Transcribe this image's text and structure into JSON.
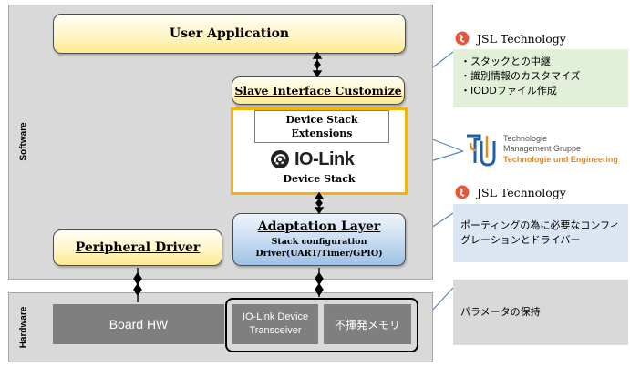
{
  "layers": {
    "software_label": "Software",
    "hardware_label": "Hardware"
  },
  "software": {
    "user_application": "User Application",
    "slave_interface": "Slave Interface Customize",
    "device_stack_extensions": "Device Stack Extensions",
    "iolink_logo": "IO-Link",
    "device_stack": "Device Stack",
    "adaptation_title": "Adaptation Layer",
    "adaptation_sub1": "Stack configuration",
    "adaptation_sub2": "Driver(UART/Timer/GPIO)",
    "peripheral_driver": "Peripheral Driver"
  },
  "hardware": {
    "board_hw": "Board HW",
    "transceiver": "IO-Link Device Transceiver",
    "nonvolatile": "不揮発メモリ"
  },
  "vendors": {
    "jsl_top": "JSL Technology",
    "jsl_middle": "JSL Technology",
    "tmg_line1": "Technologie",
    "tmg_line2": "Management Gruppe",
    "tmg_line3": "Technologie und Engineering"
  },
  "notes": {
    "green_items": [
      "・スタックとの中継",
      "・識別情報のカスタマイズ",
      "・IODDファイル作成"
    ],
    "blue_text": "ポーティングの為に必要なコンフィグレーションとドライバー",
    "gray_text": "パラメータの保持"
  },
  "colors": {
    "stack_border": "#f5b20a",
    "jsl_logo": "#e5563a",
    "tmg_blue": "#1f5fa6",
    "tmg_orange": "#e8891c",
    "connector": "#5b86b8"
  }
}
